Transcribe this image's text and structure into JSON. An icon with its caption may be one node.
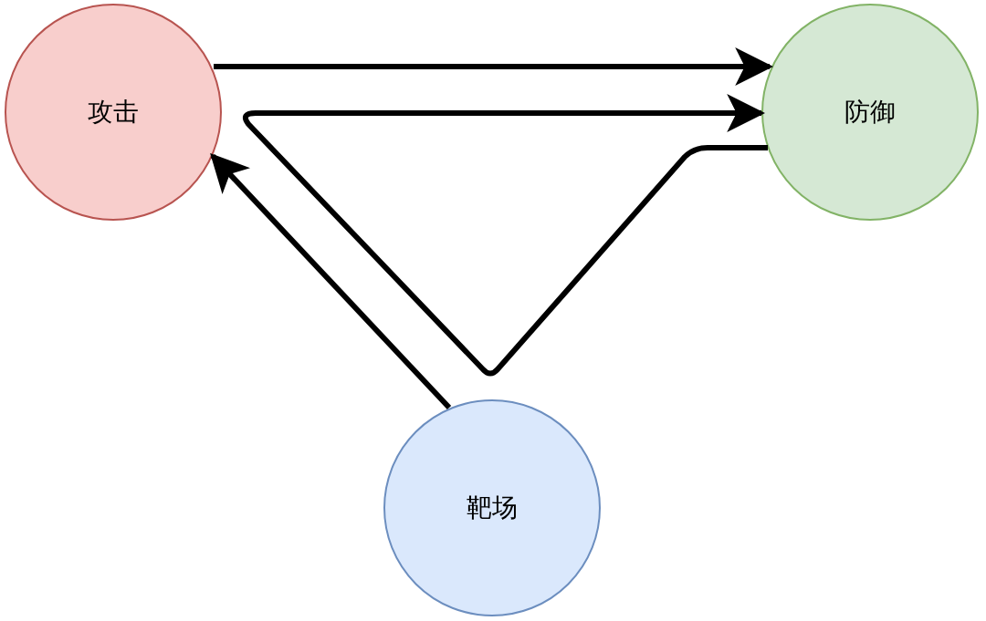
{
  "diagram": {
    "nodes": [
      {
        "text": [
          "攻击"
        ]
      },
      {
        "text": [
          "防御"
        ]
      },
      {
        "text": [
          "靶场"
        ]
      }
    ],
    "edges": [
      {
        "from": 0,
        "to": 1,
        "arrow": "to"
      },
      {
        "from": 1,
        "to": 1,
        "arrow": "to"
      },
      {
        "from": 2,
        "to": 0,
        "arrow": "to"
      }
    ]
  }
}
